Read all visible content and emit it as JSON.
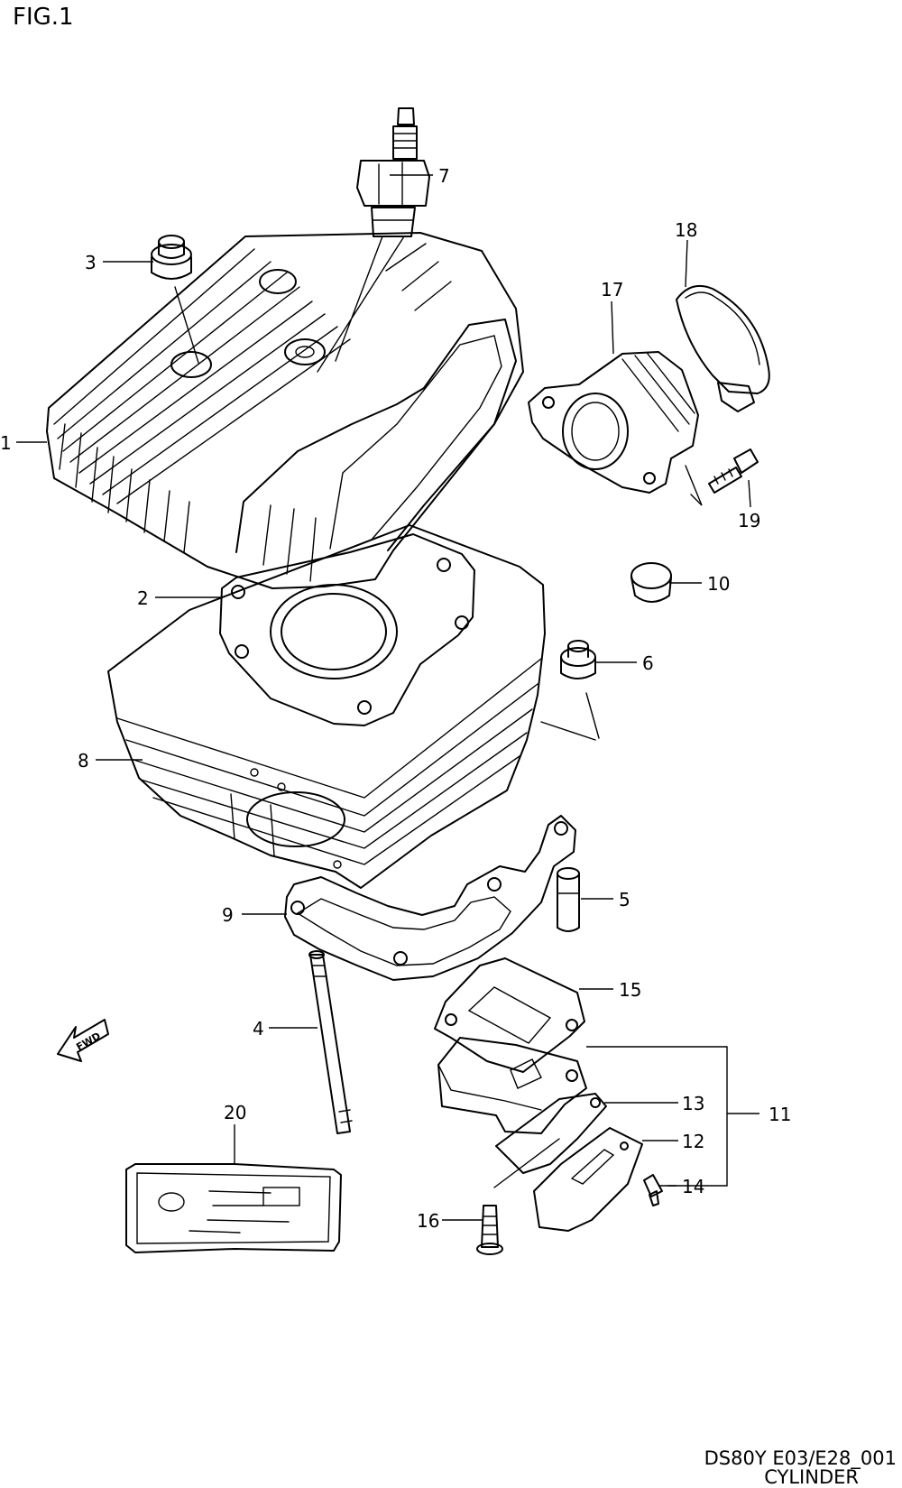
{
  "header": {
    "figure_label": "FIG.1"
  },
  "footer": {
    "diagram_code": "DS80Y E03/E28_001",
    "caption": "CYLINDER"
  },
  "fwd_label": "FWD",
  "callouts": [
    {
      "id": "1",
      "label": "1"
    },
    {
      "id": "2",
      "label": "2"
    },
    {
      "id": "3",
      "label": "3"
    },
    {
      "id": "4",
      "label": "4"
    },
    {
      "id": "5",
      "label": "5"
    },
    {
      "id": "6",
      "label": "6"
    },
    {
      "id": "7",
      "label": "7"
    },
    {
      "id": "8",
      "label": "8"
    },
    {
      "id": "9",
      "label": "9"
    },
    {
      "id": "10",
      "label": "10"
    },
    {
      "id": "11",
      "label": "11"
    },
    {
      "id": "12",
      "label": "12"
    },
    {
      "id": "13",
      "label": "13"
    },
    {
      "id": "14",
      "label": "14"
    },
    {
      "id": "15",
      "label": "15"
    },
    {
      "id": "16",
      "label": "16"
    },
    {
      "id": "17",
      "label": "17"
    },
    {
      "id": "18",
      "label": "18"
    },
    {
      "id": "19",
      "label": "19"
    },
    {
      "id": "20",
      "label": "20"
    }
  ]
}
